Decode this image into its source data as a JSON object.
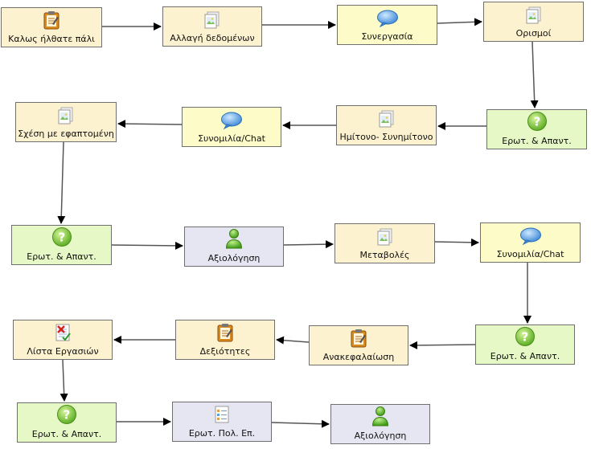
{
  "nodes": [
    {
      "id": "n1",
      "label": "Καλως ήλθατε πάλι",
      "type": "content",
      "icon": "clipboard-icon"
    },
    {
      "id": "n2",
      "label": "Αλλαγή δεδομένων",
      "type": "content",
      "icon": "image-page-icon"
    },
    {
      "id": "n3",
      "label": "Συνεργασία",
      "type": "chat",
      "icon": "chat-bubble-icon"
    },
    {
      "id": "n4",
      "label": "Ορισμοί",
      "type": "content",
      "icon": "image-page-icon"
    },
    {
      "id": "n5",
      "label": "Ερωτ. & Απαντ.",
      "type": "quiz",
      "icon": "question-icon"
    },
    {
      "id": "n6",
      "label": "Ημίτονο- Συνημίτονο",
      "type": "content",
      "icon": "image-page-icon"
    },
    {
      "id": "n7",
      "label": "Συνομιλία/Chat",
      "type": "chat",
      "icon": "chat-bubble-icon"
    },
    {
      "id": "n8",
      "label": "Σχέση με εφαπτομένη",
      "type": "content",
      "icon": "image-page-icon"
    },
    {
      "id": "n9",
      "label": "Ερωτ. & Απαντ.",
      "type": "quiz",
      "icon": "question-icon"
    },
    {
      "id": "n10",
      "label": "Αξιολόγηση",
      "type": "assess",
      "icon": "user-icon"
    },
    {
      "id": "n11",
      "label": "Μεταβολές",
      "type": "content",
      "icon": "image-page-icon"
    },
    {
      "id": "n12",
      "label": "Συνομιλία/Chat",
      "type": "chat",
      "icon": "chat-bubble-icon"
    },
    {
      "id": "n13",
      "label": "Ερωτ. & Απαντ.",
      "type": "quiz",
      "icon": "question-icon"
    },
    {
      "id": "n14",
      "label": "Ανακεφαλαίωση",
      "type": "content",
      "icon": "clipboard-icon"
    },
    {
      "id": "n15",
      "label": "Δεξιότητες",
      "type": "content",
      "icon": "clipboard-icon"
    },
    {
      "id": "n16",
      "label": "Λίστα Εργασιών",
      "type": "content",
      "icon": "task-list-icon"
    },
    {
      "id": "n17",
      "label": "Ερωτ. & Απαντ.",
      "type": "quiz",
      "icon": "question-icon"
    },
    {
      "id": "n18",
      "label": "Ερωτ. Πολ. Επ.",
      "type": "assess",
      "icon": "checklist-icon"
    },
    {
      "id": "n19",
      "label": "Αξιολόγηση",
      "type": "assess",
      "icon": "user-icon"
    }
  ],
  "edges": [
    [
      "n1",
      "n2"
    ],
    [
      "n2",
      "n3"
    ],
    [
      "n3",
      "n4"
    ],
    [
      "n4",
      "n5"
    ],
    [
      "n5",
      "n6"
    ],
    [
      "n6",
      "n7"
    ],
    [
      "n7",
      "n8"
    ],
    [
      "n8",
      "n9"
    ],
    [
      "n9",
      "n10"
    ],
    [
      "n10",
      "n11"
    ],
    [
      "n11",
      "n12"
    ],
    [
      "n12",
      "n13"
    ],
    [
      "n13",
      "n14"
    ],
    [
      "n14",
      "n15"
    ],
    [
      "n15",
      "n16"
    ],
    [
      "n16",
      "n17"
    ],
    [
      "n17",
      "n18"
    ],
    [
      "n18",
      "n19"
    ]
  ]
}
